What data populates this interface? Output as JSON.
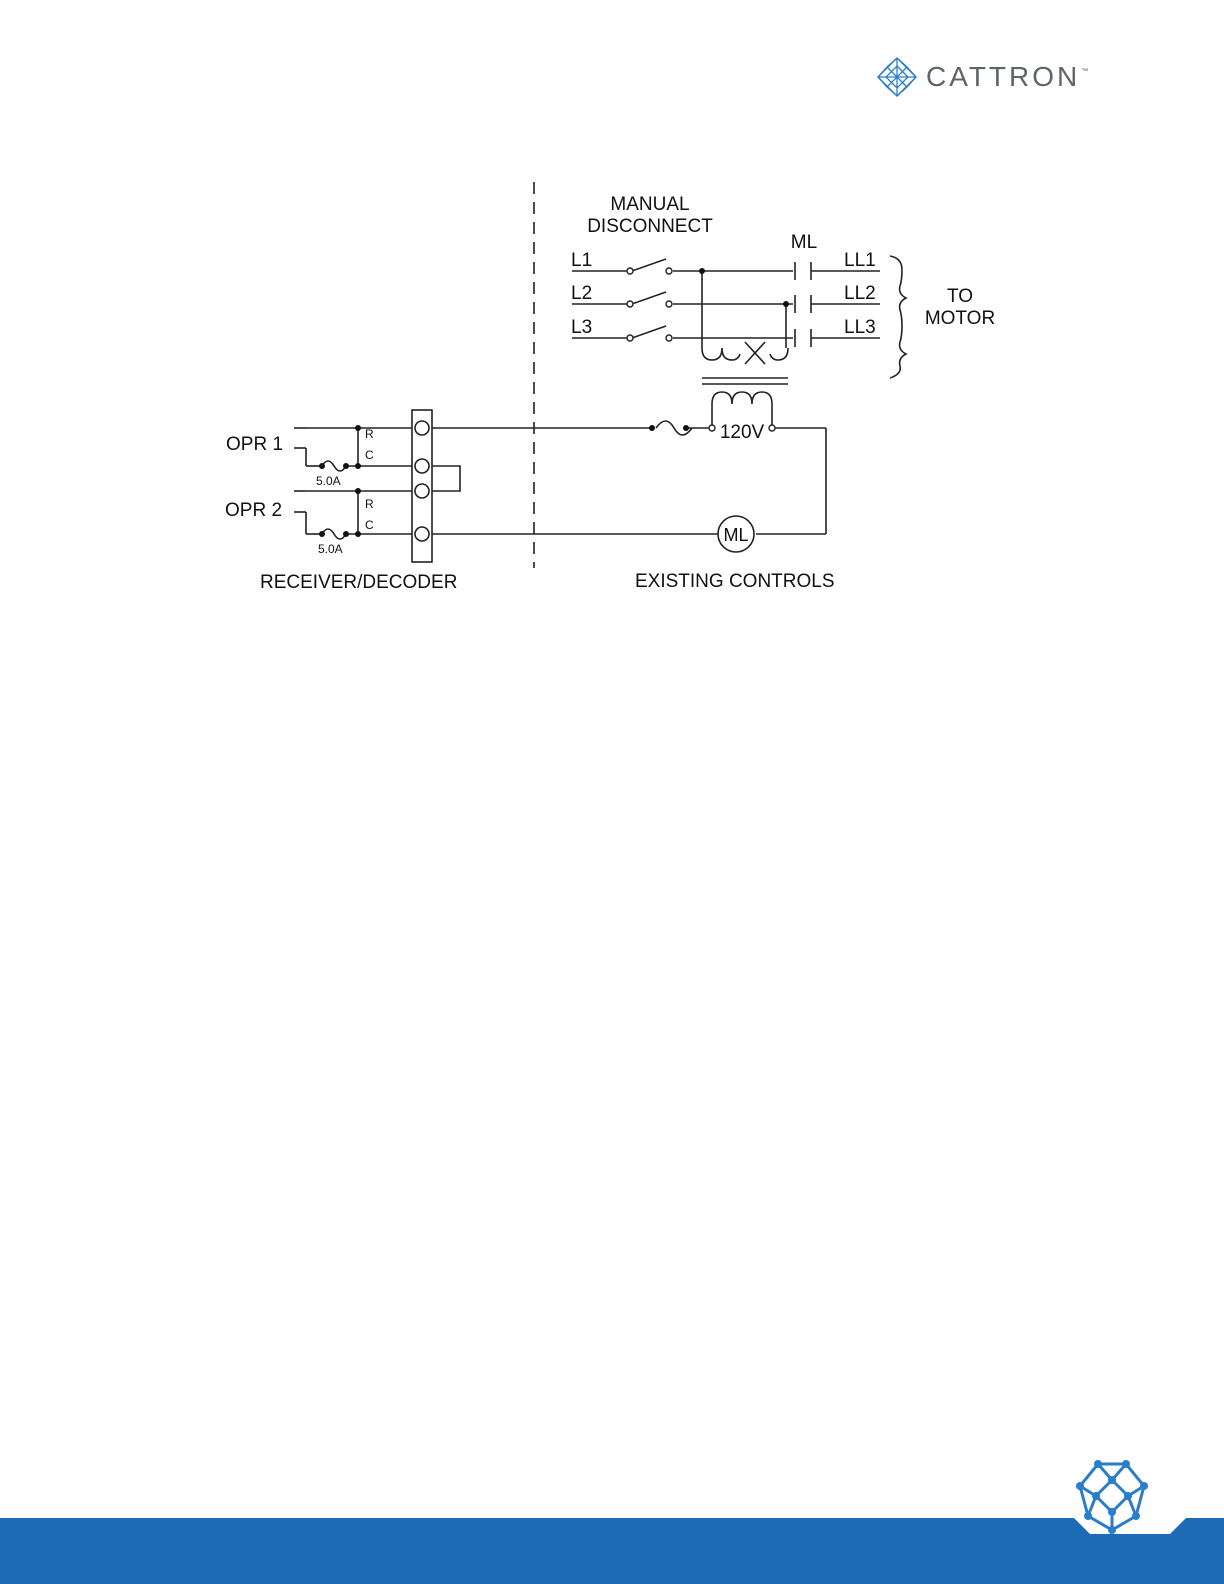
{
  "brand": {
    "name": "CATTRON",
    "tm": "™",
    "accent_color": "#1d6bb4",
    "logo_icon": "cattron-network-icon"
  },
  "diagram": {
    "manual_disconnect": [
      "MANUAL",
      "DISCONNECT"
    ],
    "contactor": "ML",
    "lines_in": [
      "L1",
      "L2",
      "L3"
    ],
    "lines_out": [
      "LL1",
      "LL2",
      "LL3"
    ],
    "to_motor": [
      "TO",
      "MOTOR"
    ],
    "transformer_secondary": "120V",
    "coil": "ML",
    "operators": [
      "OPR 1",
      "OPR 2"
    ],
    "resistor": "R",
    "capacitor": "C",
    "fuse_rating": "5.0A",
    "receiver_label": "RECEIVER/DECODER",
    "controls_label": "EXISTING CONTROLS"
  }
}
